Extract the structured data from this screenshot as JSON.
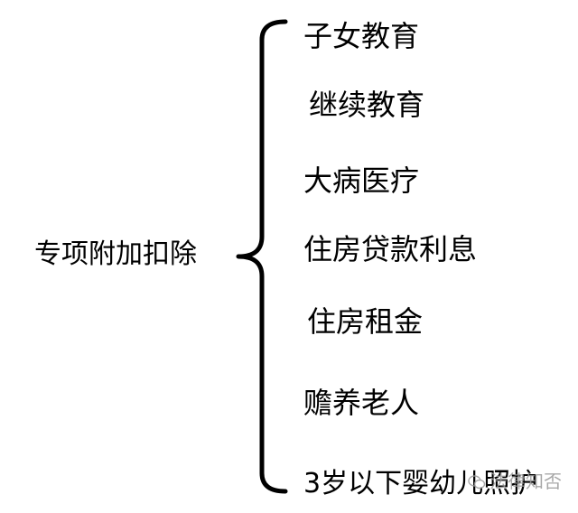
{
  "root": {
    "label": "专项附加扣除"
  },
  "items": [
    {
      "label": "子女教育"
    },
    {
      "label": "继续教育"
    },
    {
      "label": "大病医疗"
    },
    {
      "label": "住房贷款利息"
    },
    {
      "label": "住房租金"
    },
    {
      "label": "赡养老人"
    },
    {
      "label": "3岁以下婴幼儿照护"
    }
  ],
  "watermark": {
    "text": "法律知否",
    "icon": "wechat-icon"
  },
  "colors": {
    "text": "#000000",
    "line": "#000000",
    "watermark": "#9a9a9a"
  }
}
